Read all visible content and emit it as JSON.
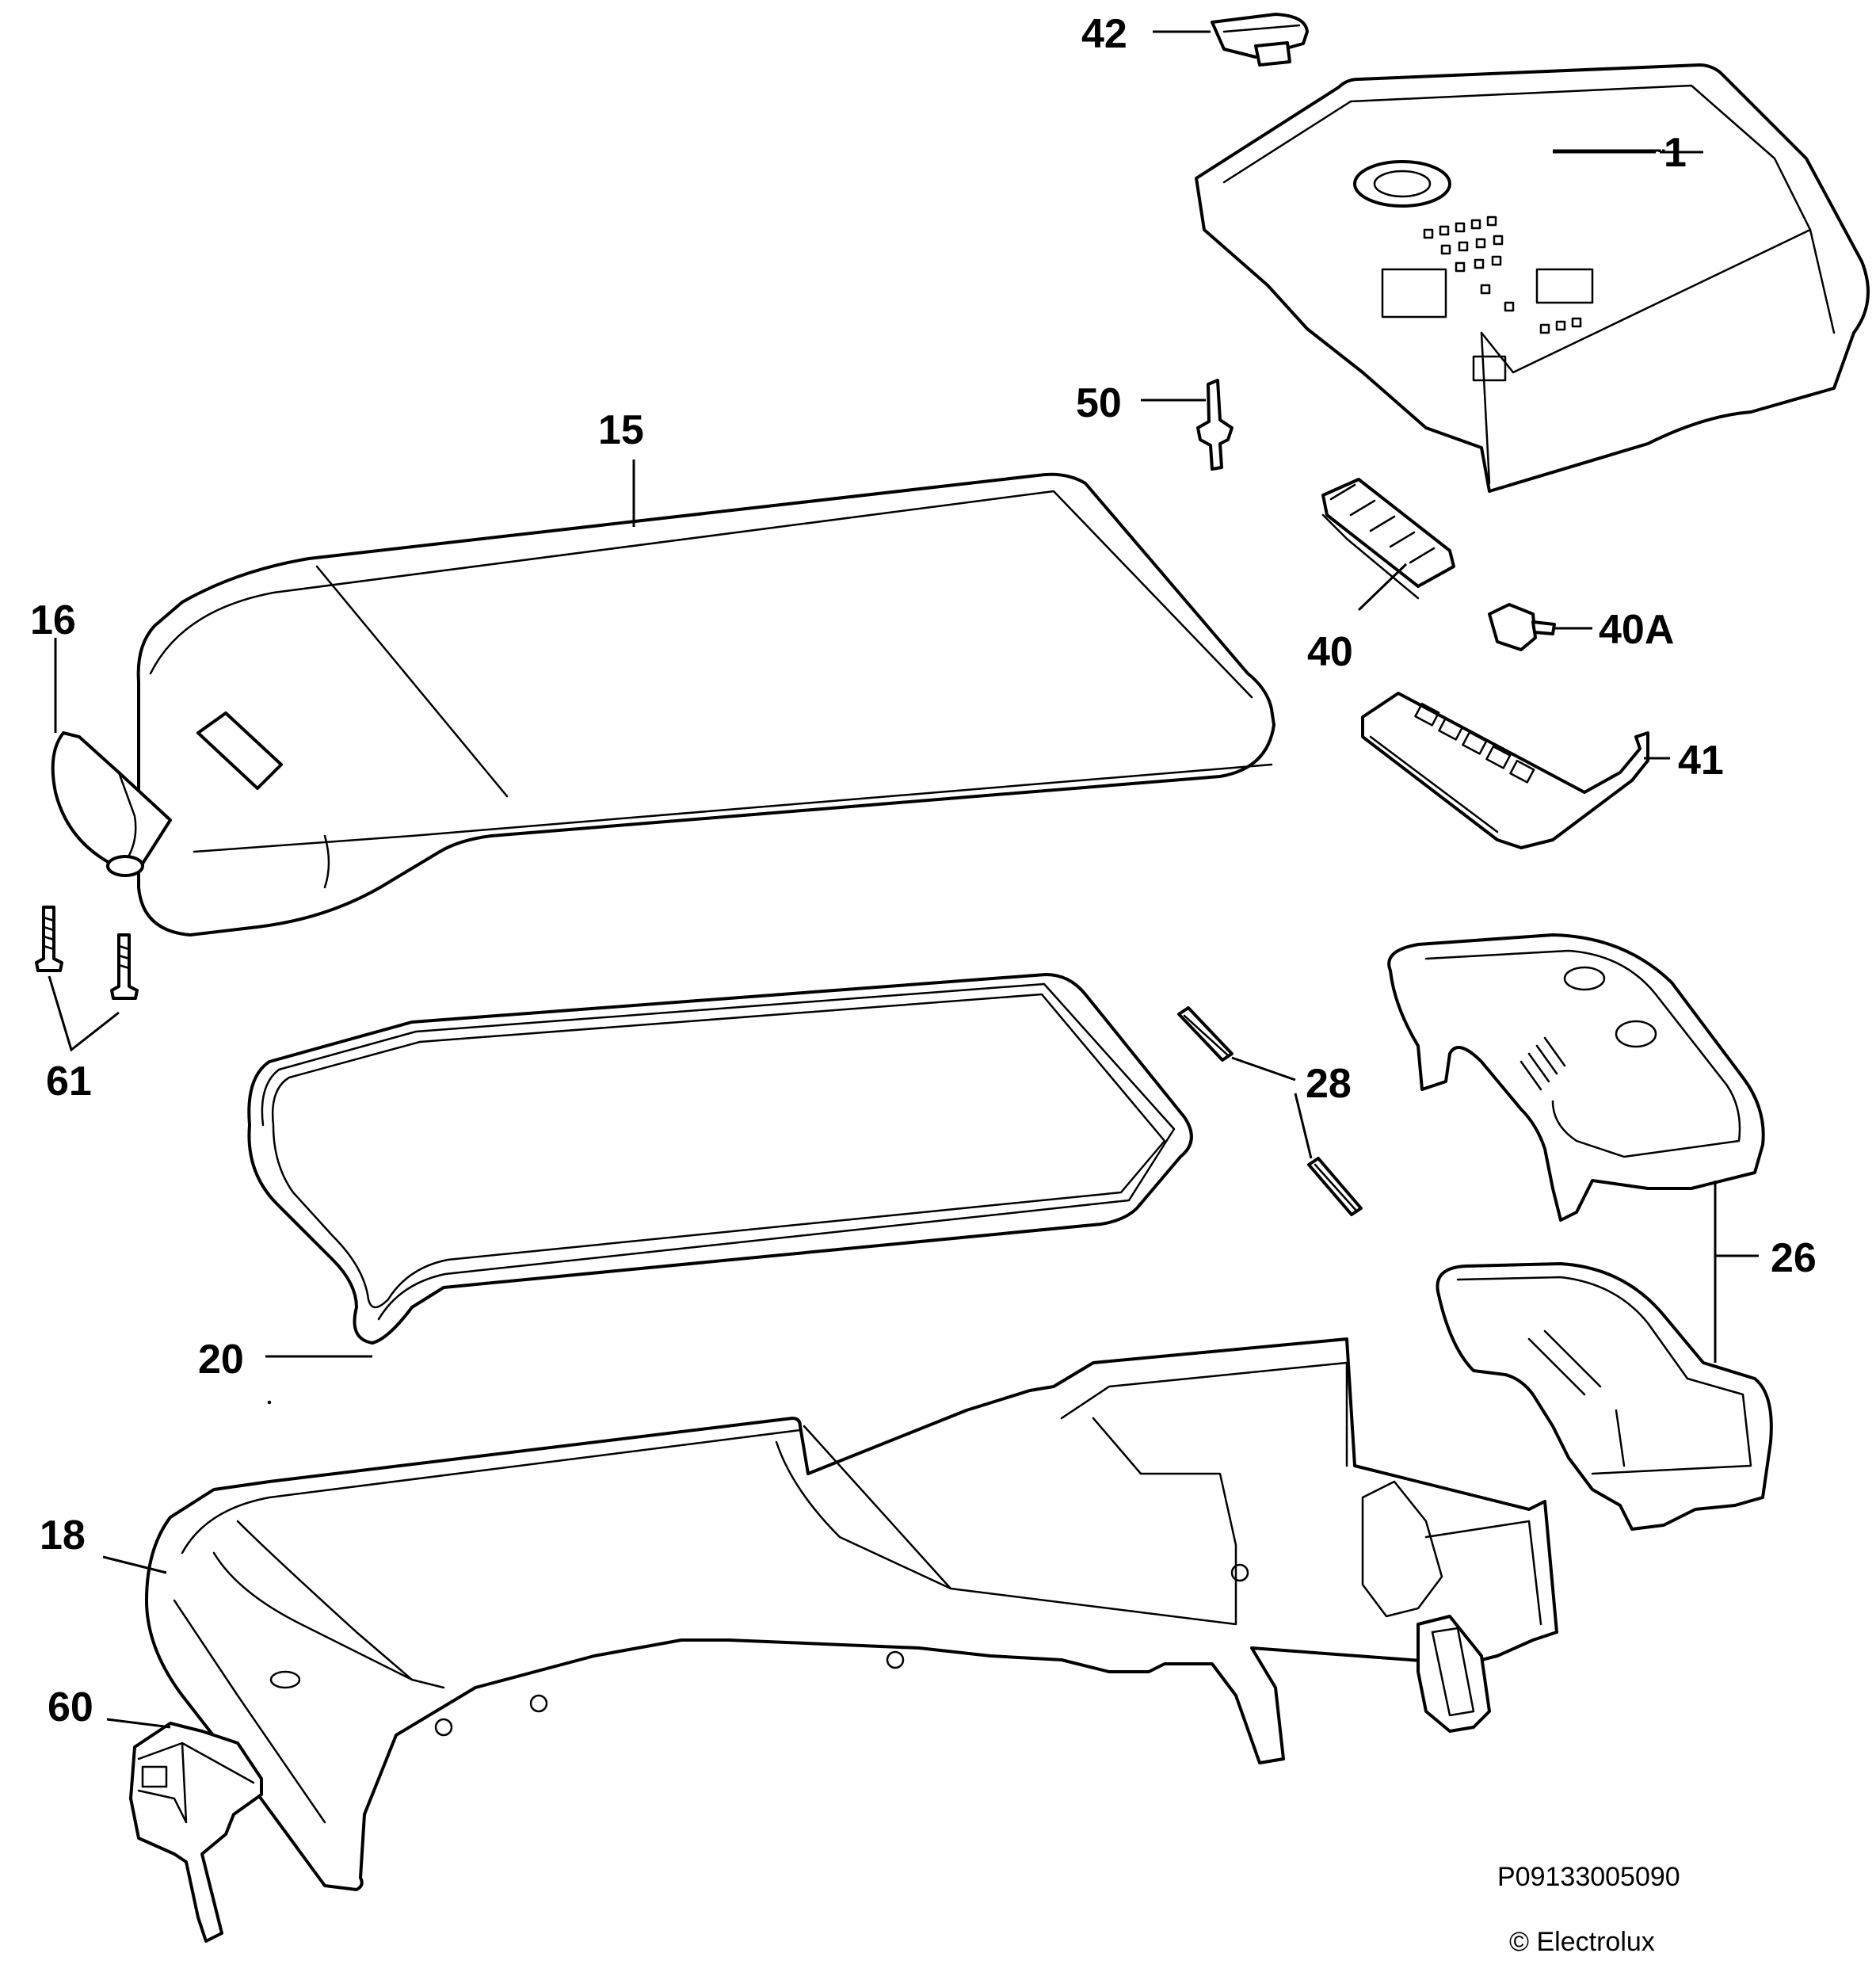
{
  "parts": [
    {
      "id": "p42",
      "label": "42"
    },
    {
      "id": "p1",
      "label": "1"
    },
    {
      "id": "p50",
      "label": "50"
    },
    {
      "id": "p15",
      "label": "15"
    },
    {
      "id": "p16",
      "label": "16"
    },
    {
      "id": "p40",
      "label": "40"
    },
    {
      "id": "p40a",
      "label": "40A"
    },
    {
      "id": "p41",
      "label": "41"
    },
    {
      "id": "p61",
      "label": "61"
    },
    {
      "id": "p28",
      "label": "28"
    },
    {
      "id": "p26",
      "label": "26"
    },
    {
      "id": "p20",
      "label": "20"
    },
    {
      "id": "p18",
      "label": "18"
    },
    {
      "id": "p60",
      "label": "60"
    }
  ],
  "footer": {
    "code": "P09133005090",
    "copyright": "© Electrolux"
  }
}
